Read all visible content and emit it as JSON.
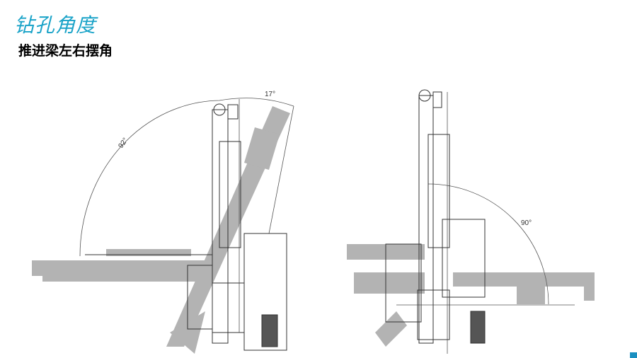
{
  "title": "钻孔角度",
  "subtitle": "推进梁左右摆角",
  "drawings": [
    {
      "name": "left-swing",
      "angles": [
        "92°",
        "17°"
      ]
    },
    {
      "name": "right-swing",
      "angles": [
        "90°"
      ]
    }
  ],
  "colors": {
    "title": "#1aa3c8",
    "ghost": "#b3b3b3",
    "line": "#444444",
    "accent": "#1a8fc0"
  }
}
